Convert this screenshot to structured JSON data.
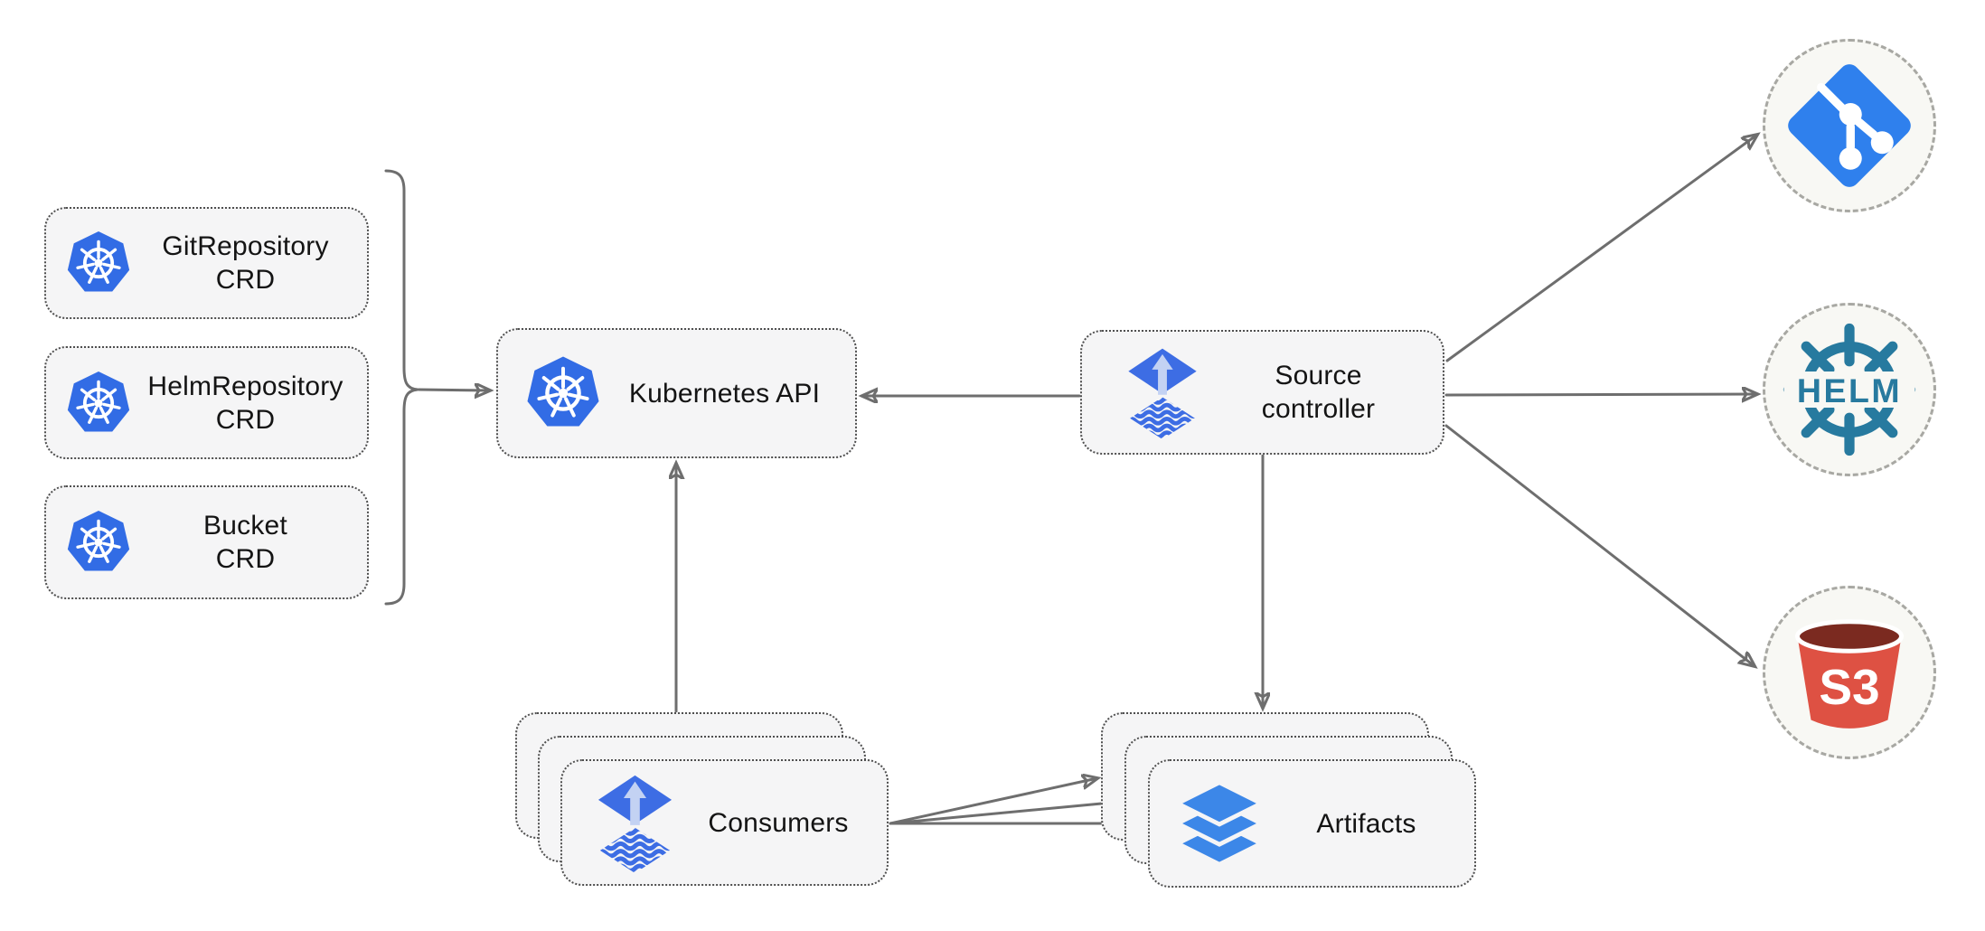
{
  "nodes": {
    "git_repository_crd": {
      "line1": "GitRepository",
      "line2": "CRD"
    },
    "helm_repository_crd": {
      "line1": "HelmRepository",
      "line2": "CRD"
    },
    "bucket_crd": {
      "line1": "Bucket",
      "line2": "CRD"
    },
    "kubernetes_api": {
      "label": "Kubernetes API"
    },
    "source_controller": {
      "line1": "Source",
      "line2": "controller"
    },
    "consumers": {
      "label": "Consumers"
    },
    "artifacts": {
      "label": "Artifacts"
    }
  },
  "external_sources": {
    "git": {
      "icon": "git-icon"
    },
    "helm": {
      "icon": "helm-icon",
      "label": "HELM"
    },
    "s3": {
      "icon": "s3-bucket-icon",
      "label": "S3"
    }
  },
  "icons": {
    "kubernetes": "kubernetes-wheel-icon",
    "flux": "flux-diamond-arrow-icon",
    "artifacts": "layers-icon"
  },
  "colors": {
    "kubernetes_blue": "#326CE5",
    "flux_blue": "#3D6DE4",
    "flux_arrow_light": "#C3D2F3",
    "git_blue": "#2F80ED",
    "helm_teal": "#277A9F",
    "s3_red": "#DE5143",
    "s3_dark_red": "#7B2A20",
    "layers_blue": "#3C87E8",
    "connector_gray": "#6E6E6E",
    "node_fill": "#F5F5F6",
    "node_border_dotted": "#4F4F4F",
    "circle_fill": "#F8F8F4",
    "circle_border_dashed": "#A8A8A3",
    "text": "#141414"
  }
}
